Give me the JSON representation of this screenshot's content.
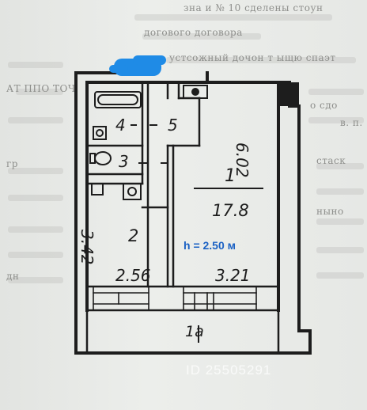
{
  "background_text": [
    "зна и № 10 сделены стоун",
    "догового договора",
    "устсожный дочон т ыщю спаэт",
    "АТ  ППО ТОЧ",
    "о сдо",
    "в. п.",
    "гр",
    "стаск",
    "ныно",
    "дн"
  ],
  "plan": {
    "rooms": [
      {
        "number": "1",
        "area": "17.8"
      },
      {
        "number": "2"
      },
      {
        "number": "3"
      },
      {
        "number": "4"
      },
      {
        "number": "5"
      }
    ],
    "balcony_label": "1а",
    "dimensions": [
      {
        "value": "6.02"
      },
      {
        "value": "3.42"
      },
      {
        "value": "2.56"
      },
      {
        "value": "3.21"
      }
    ],
    "ceiling_height": "h = 2.50 м"
  },
  "watermark": "ID 25505291",
  "colors": {
    "paper": "#e9ebe8",
    "ink": "#1d1d1d",
    "ceiling_text": "#1c62c4",
    "redaction": "#1f8be6"
  }
}
